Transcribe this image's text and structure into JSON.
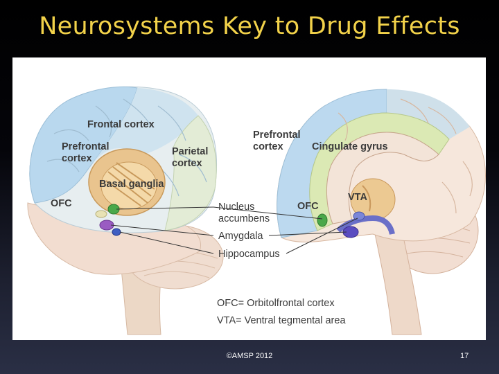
{
  "slide": {
    "title": "Neurosystems Key to Drug Effects",
    "footer": "©AMSP 2012",
    "page_number": "17"
  },
  "diagram": {
    "left_brain_labels": {
      "frontal_cortex": "Frontal cortex",
      "prefrontal_line1": "Prefrontal",
      "prefrontal_line2": "cortex",
      "parietal_line1": "Parietal",
      "parietal_line2": "cortex",
      "basal_ganglia": "Basal ganglia",
      "ofc": "OFC"
    },
    "right_brain_labels": {
      "prefrontal_line1": "Prefrontal",
      "prefrontal_line2": "cortex",
      "cingulate_gyrus": "Cingulate gyrus",
      "ofc": "OFC",
      "vta": "VTA"
    },
    "center_labels": {
      "nucleus_line1": "Nucleus",
      "nucleus_line2": "accumbens",
      "amygdala": "Amygdala",
      "hippocampus": "Hippocampus"
    },
    "legend": {
      "ofc": "OFC= Orbitolfrontal cortex",
      "vta": "VTA= Ventral tegmental area"
    }
  }
}
